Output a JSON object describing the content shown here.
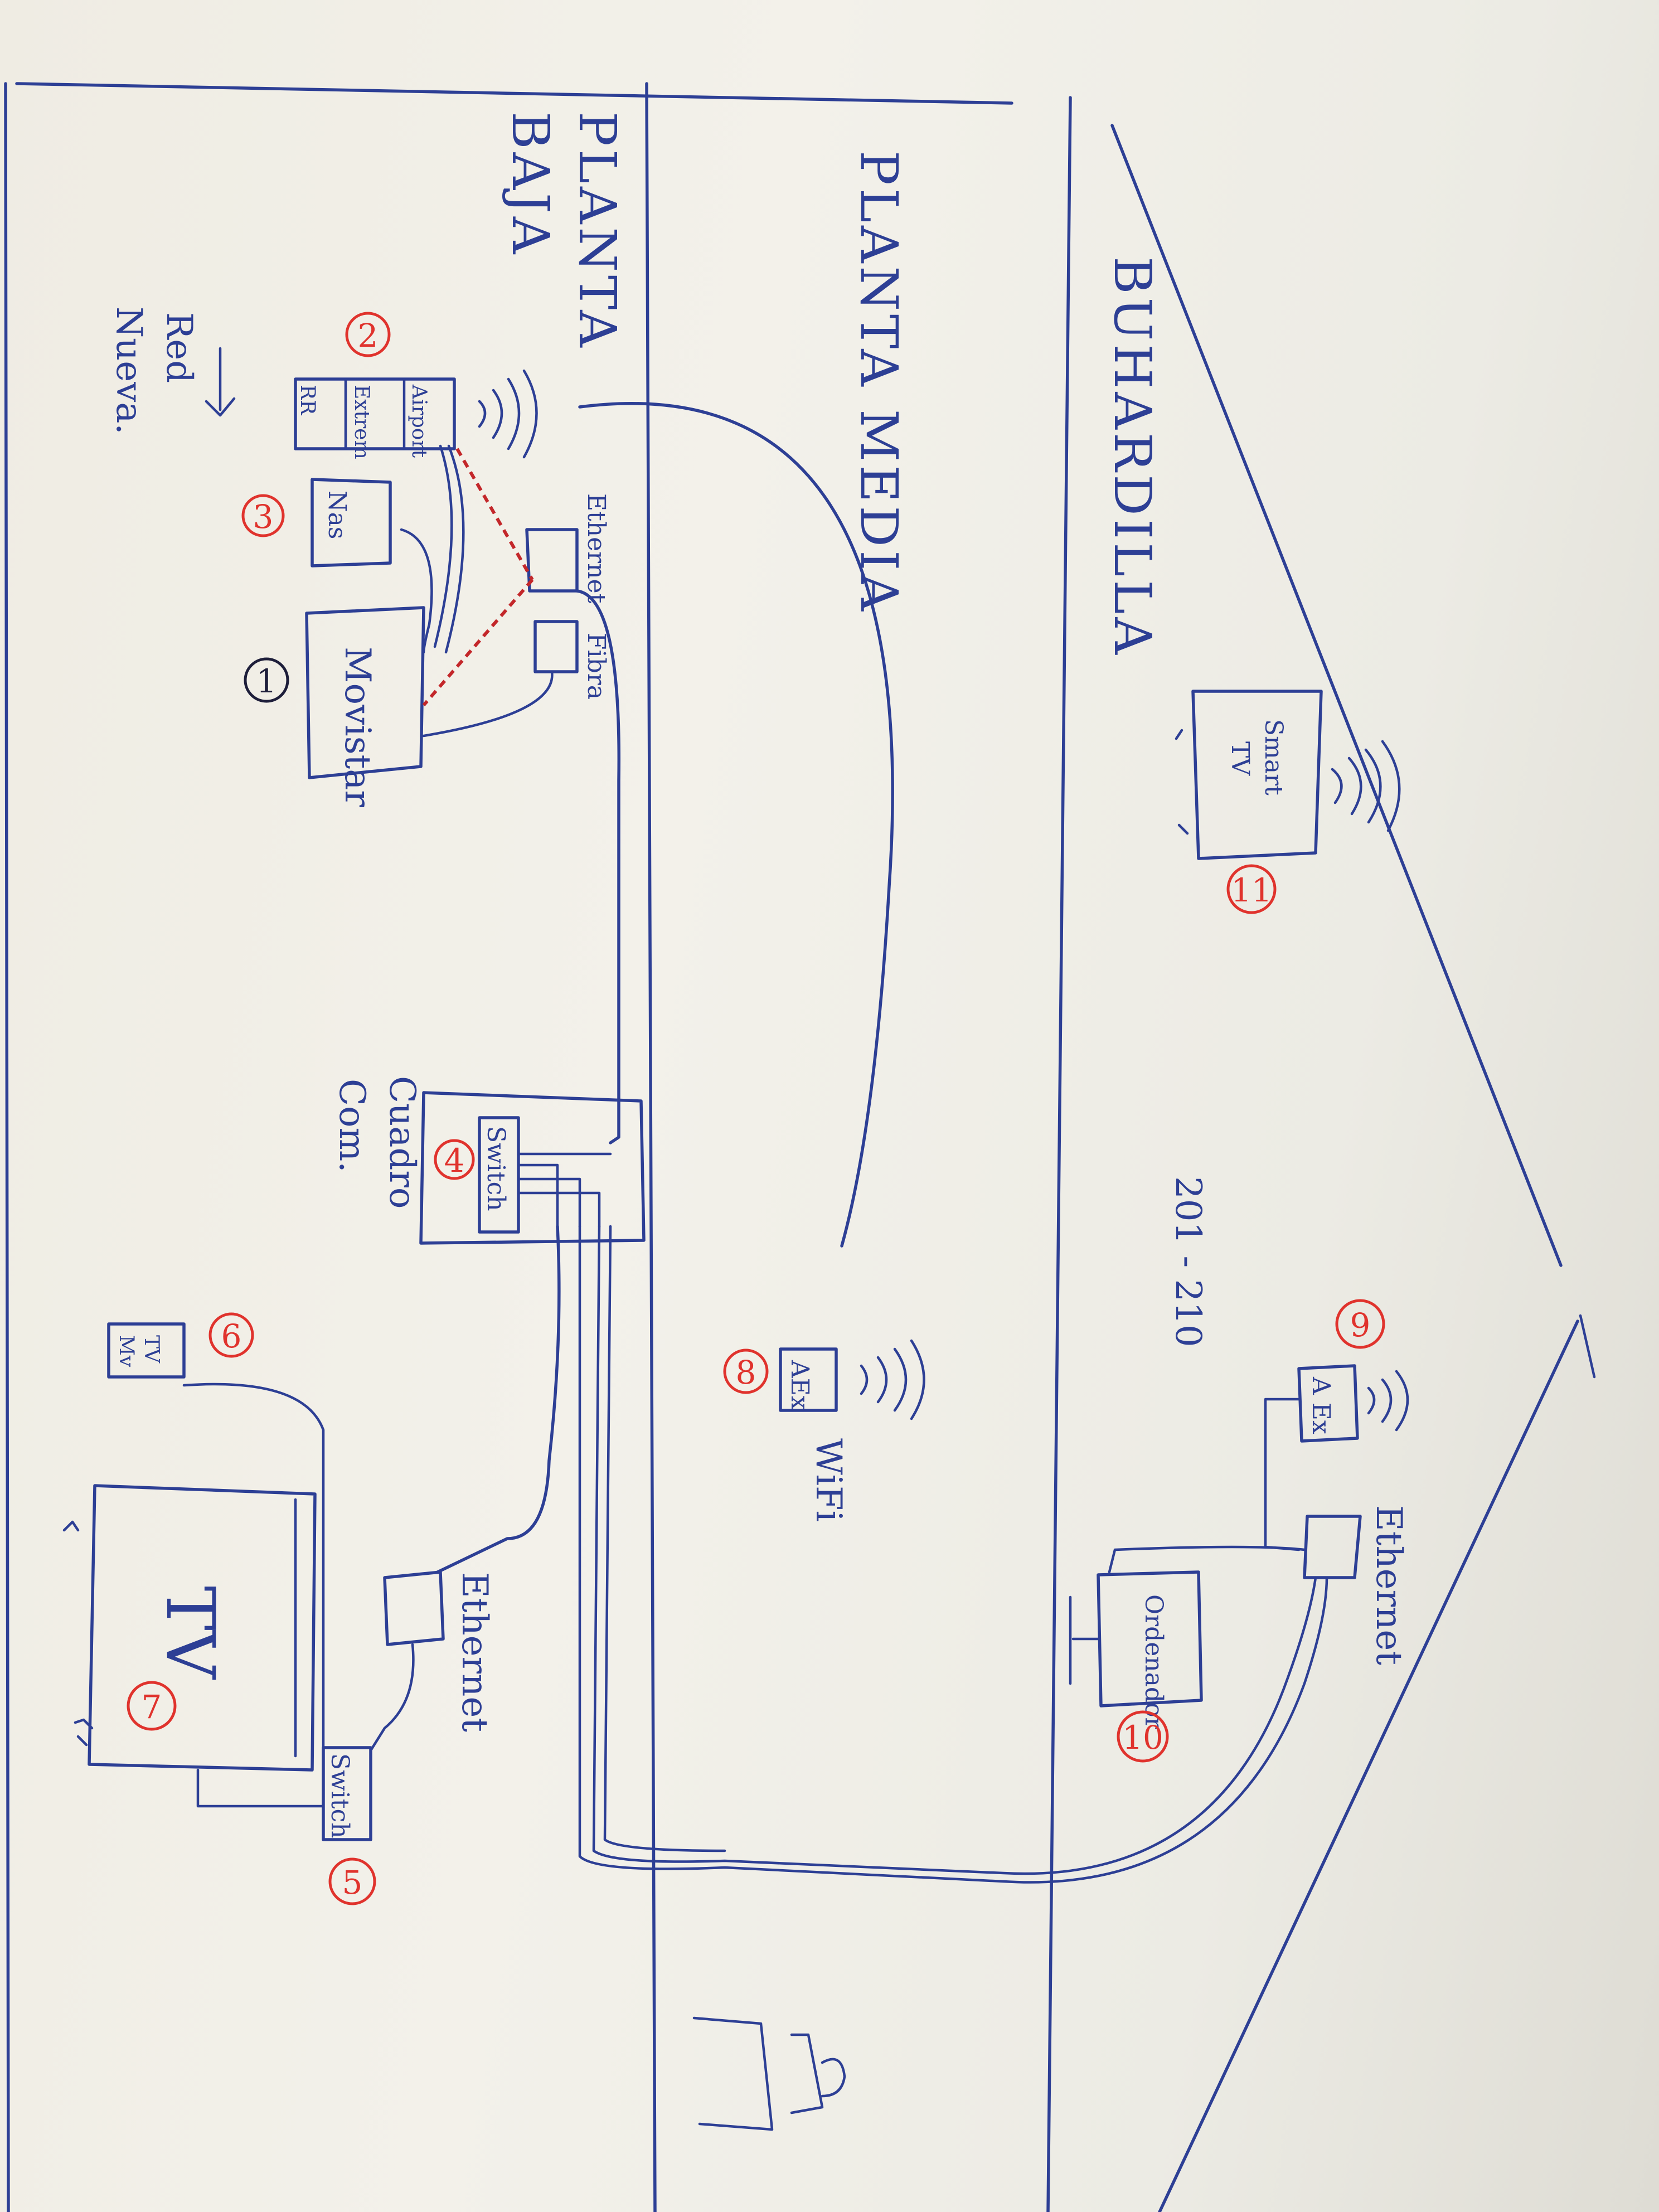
{
  "floors": {
    "buhardilla": "BUHARDILLA",
    "planta_media": "PLANTA MEDIA",
    "planta_baja": [
      "PLANTA",
      "BAJA"
    ]
  },
  "annotations": {
    "red_nueva": [
      "Red",
      "Nueva."
    ],
    "wifi": "WiFi",
    "ethernet": "Ethernet",
    "fibra": "Fibra",
    "cuadro_com": [
      "Cuadro",
      "Com."
    ],
    "range": "201 - 210"
  },
  "devices": {
    "movistar": "Movistar",
    "nas": "Nas",
    "airport_extreme": [
      "Airport",
      "Extrem",
      "RR"
    ],
    "switch_cuadro": "Switch",
    "switch_salon": "Switch",
    "movistar_tv": [
      "Mv",
      "TV"
    ],
    "tv": "TV",
    "aex_media": "AEx",
    "aex_buhardilla": "A Ex",
    "ordenador": "Ordenador",
    "smart_tv": [
      "Smart",
      "TV"
    ]
  },
  "badges": {
    "b1": "1",
    "b2": "2",
    "b3": "3",
    "b4": "4",
    "b5": "5",
    "b6": "6",
    "b7": "7",
    "b8": "8",
    "b9": "9",
    "b10": "10",
    "b11": "11"
  },
  "colors": {
    "ink": "#2d3f95",
    "badge_red": "#e0332d",
    "cable_dashed": "#c3272a",
    "paper": "#efece3"
  }
}
